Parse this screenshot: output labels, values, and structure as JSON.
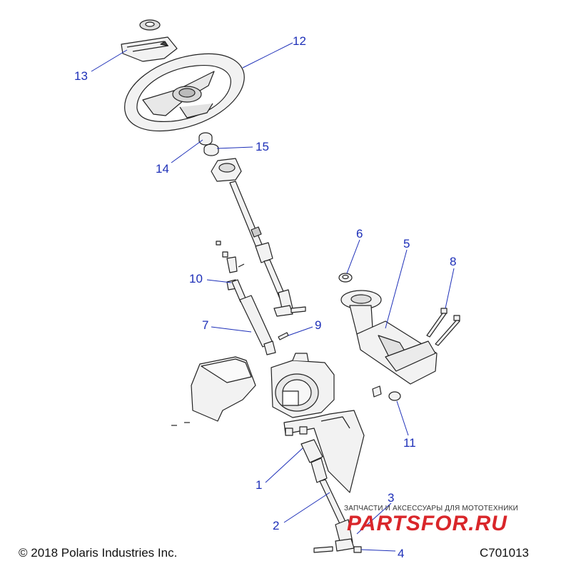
{
  "callouts": {
    "n1": "1",
    "n2": "2",
    "n3": "3",
    "n4": "4",
    "n5": "5",
    "n6": "6",
    "n7": "7",
    "n8": "8",
    "n9": "9",
    "n10": "10",
    "n11": "11",
    "n12": "12",
    "n13": "13",
    "n14": "14",
    "n15": "15"
  },
  "footer": {
    "copyright": "© 2018 Polaris Industries Inc.",
    "doc_number": "C701013"
  },
  "watermark": {
    "tagline": "ЗАПЧАСТИ И АКСЕССУАРЫ ДЛЯ МОТОТЕХНИКИ",
    "logo": "PARTSFOR.RU"
  },
  "colors": {
    "callout": "#1d2fb8",
    "part_fill": "#f2f2f2",
    "part_stroke": "#222222",
    "watermark": "#d9262a"
  }
}
